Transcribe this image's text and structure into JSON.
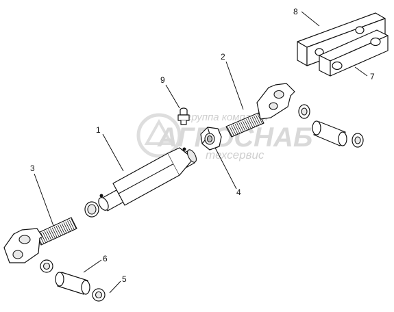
{
  "diagram": {
    "callouts": [
      {
        "id": "c1",
        "label": "1"
      },
      {
        "id": "c2",
        "label": "2"
      },
      {
        "id": "c3",
        "label": "3"
      },
      {
        "id": "c4",
        "label": "4"
      },
      {
        "id": "c5",
        "label": "5"
      },
      {
        "id": "c6",
        "label": "6"
      },
      {
        "id": "c7",
        "label": "7"
      },
      {
        "id": "c8",
        "label": "8"
      },
      {
        "id": "c9",
        "label": "9"
      }
    ],
    "watermark": {
      "line1": "группа компаний",
      "line2": "АГРОСНАБ",
      "line3": "техсервис"
    }
  },
  "colors": {
    "line": "#111111",
    "watermark": "#d0d0d0",
    "background": "#ffffff"
  }
}
